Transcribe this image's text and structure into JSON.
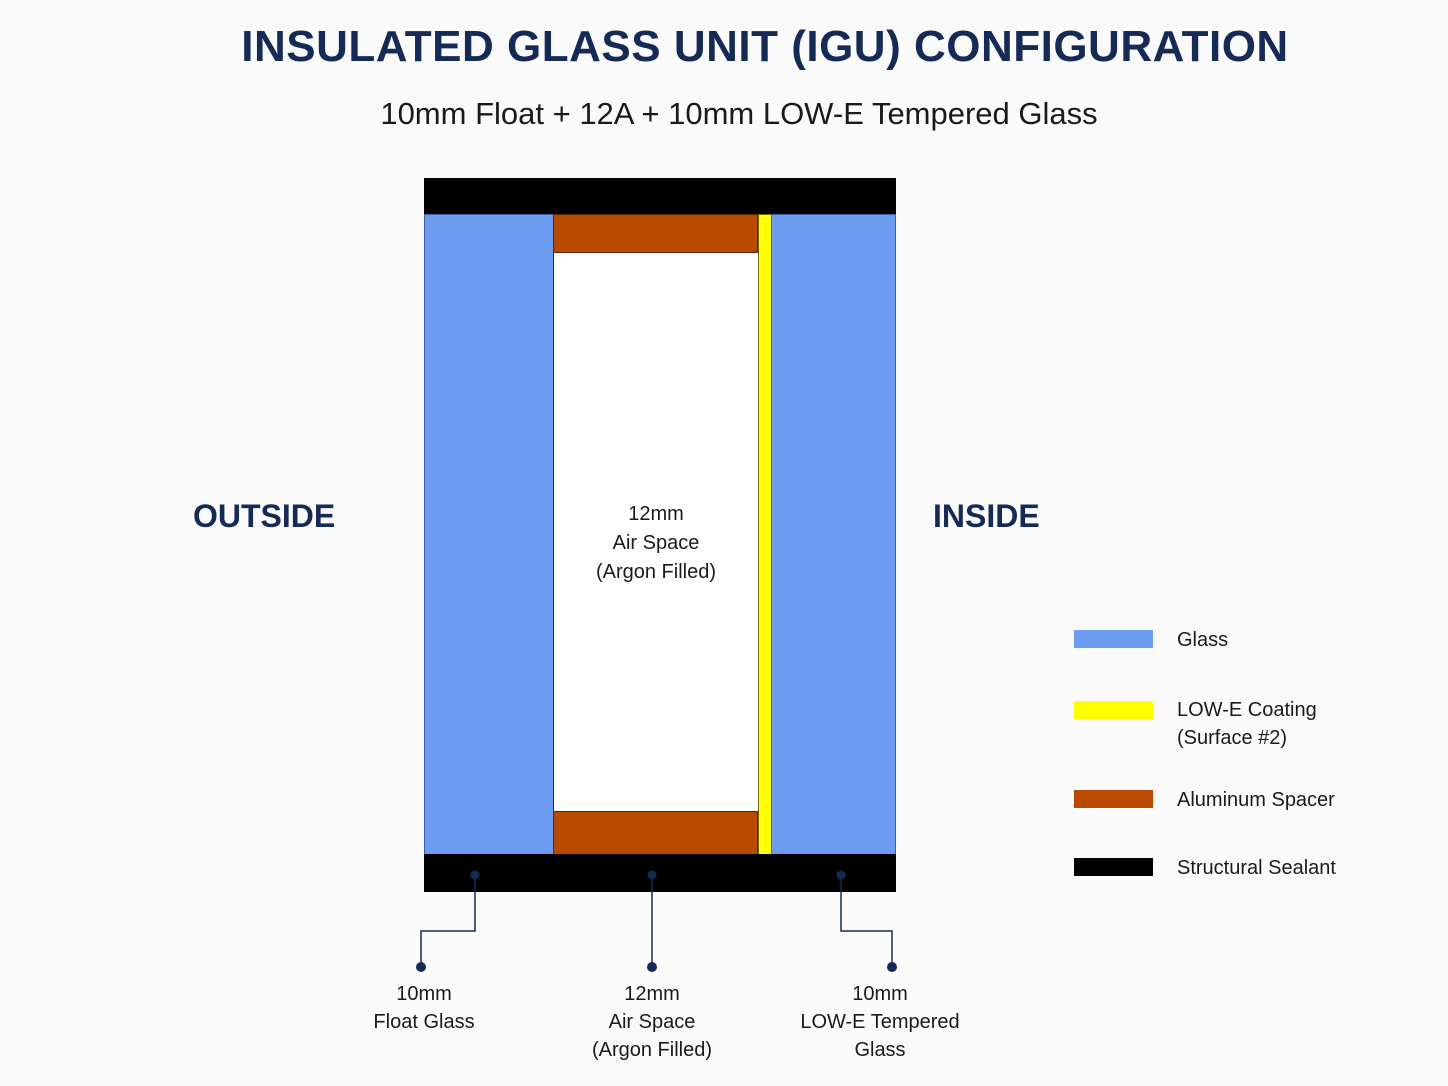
{
  "title": "INSULATED GLASS UNIT (IGU) CONFIGURATION",
  "subtitle": "10mm Float + 12A + 10mm LOW-E Tempered Glass",
  "sides": {
    "outside": "OUTSIDE",
    "inside": "INSIDE"
  },
  "center_label": {
    "line1": "12mm",
    "line2": "Air Space",
    "line3": "(Argon Filled)"
  },
  "bottom_labels": {
    "float": {
      "line1": "10mm",
      "line2": "Float Glass"
    },
    "air": {
      "line1": "12mm",
      "line2": "Air Space",
      "line3": "(Argon Filled)"
    },
    "lowe": {
      "line1": "10mm",
      "line2": "LOW-E Tempered",
      "line3": "Glass"
    }
  },
  "legend": {
    "glass": {
      "label": "Glass",
      "color": "#6d9bf0"
    },
    "lowe": {
      "line1": "LOW-E Coating",
      "line2": "(Surface #2)",
      "color": "#ffff00"
    },
    "spacer": {
      "label": "Aluminum Spacer",
      "color": "#b84a00"
    },
    "sealant": {
      "label": "Structural Sealant",
      "color": "#000000"
    }
  }
}
